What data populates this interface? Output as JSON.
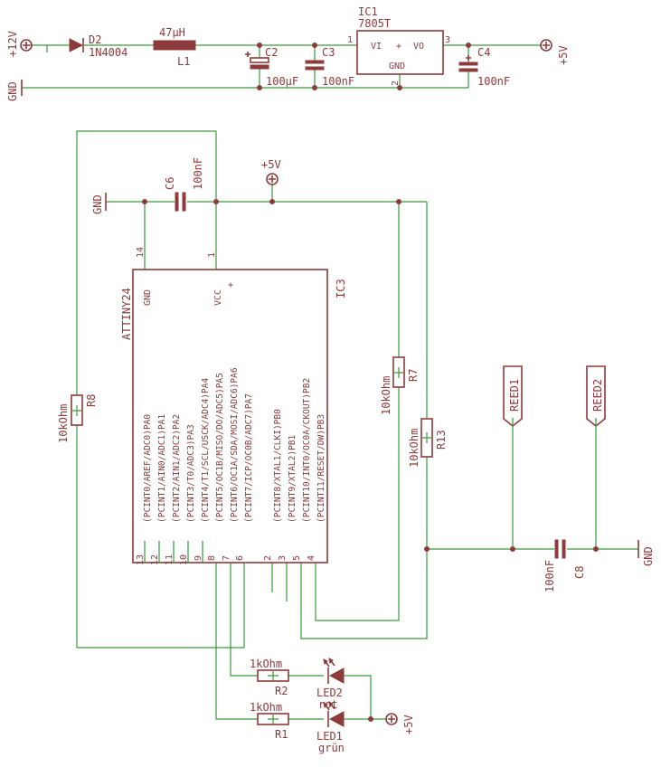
{
  "colors": {
    "wire": "#3a9a3a",
    "part": "#8c3a3a",
    "background": "#ffffff"
  },
  "power": {
    "v12": "+12V",
    "v5_reg": "+5V",
    "v5_mcu": "+5V",
    "v5_led": "+5V",
    "gnd_top": "GND",
    "gnd_mcu": "GND",
    "gnd_c8": "GND"
  },
  "d2": {
    "name": "D2",
    "value": "1N4004"
  },
  "l1": {
    "name": "L1",
    "value": "47µH"
  },
  "c2": {
    "name": "C2",
    "value": "100µF"
  },
  "c3": {
    "name": "C3",
    "value": "100nF"
  },
  "c4": {
    "name": "C4",
    "value": "100nF"
  },
  "ic1": {
    "name": "IC1",
    "value": "7805T",
    "vi": "VI",
    "vo": "VO",
    "gnd": "GND",
    "plus": "+",
    "pin1": "1",
    "pin2": "2",
    "pin3": "3"
  },
  "c6": {
    "name": "C6",
    "value": "100nF"
  },
  "c8": {
    "name": "C8",
    "value": "100nF"
  },
  "r7": {
    "name": "R7",
    "value": "10kOhm"
  },
  "r8": {
    "name": "R8",
    "value": "10kOhm"
  },
  "r13": {
    "name": "R13",
    "value": "10kOhm"
  },
  "r1": {
    "name": "R1",
    "value": "1kOhm"
  },
  "r2": {
    "name": "R2",
    "value": "1kOhm"
  },
  "led1": {
    "name": "LED1",
    "color": "grün"
  },
  "led2": {
    "name": "LED2",
    "color": "rot"
  },
  "reed1": {
    "name": "REED1"
  },
  "reed2": {
    "name": "REED2"
  },
  "ic3": {
    "name": "IC3",
    "value": "ATTINY24",
    "gnd": "GND",
    "vcc": "VCC",
    "plus": "+",
    "pin_gnd": "14",
    "pin_vcc": "1",
    "left_labels": [
      "(PCINT0/AREF/ADC0)PA0",
      "(PCINT1/AIN0/ADC1)PA1",
      "(PCINT2/AIN1/ADC2)PA2",
      "(PCINT3/T0/ADC3)PA3",
      "(PCINT4/T1/SCL/USCK/ADC4)PA4",
      "(PCINT5/OC1B/MISO/DO/ADC5)PA5",
      "(PCINT6/OC1A/SDA/MOSI/ADC6)PA6",
      "(PCINT7/ICP/OC0B/ADC7)PA7"
    ],
    "left_pins": [
      "13",
      "12",
      "11",
      "10",
      "9",
      "8",
      "7",
      "6"
    ],
    "right_labels": [
      "(PCINT8/XTAL1/CLKI)PB0",
      "(PCINT9/XTAL2)PB1",
      "(PCINT10/INT0/OC0A/CKOUT)PB2",
      "(PCINT11/RESET/DW)PB3"
    ],
    "right_pins": [
      "2",
      "3",
      "5",
      "4"
    ]
  }
}
